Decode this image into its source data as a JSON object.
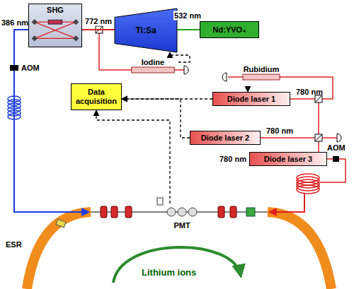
{
  "diagram": {
    "nodes": [
      {
        "text": [
          "SHG"
        ]
      },
      {
        "text": [
          "Ti:Sa"
        ]
      },
      {
        "text": [
          "Nd:YVO₄"
        ]
      },
      {
        "text": [
          "Iodine"
        ]
      },
      {
        "text": [
          "Rubidium"
        ]
      },
      {
        "text": [
          "Diode laser 1"
        ]
      },
      {
        "text": [
          "Diode laser 2"
        ]
      },
      {
        "text": [
          "Diode laser 3"
        ]
      },
      {
        "text": [
          "Data acquisition"
        ]
      },
      {
        "text": [
          "PMT"
        ]
      }
    ],
    "edges": [
      {
        "from": 2,
        "to": 1,
        "arrow": "none",
        "label": "532 nm"
      },
      {
        "from": 1,
        "to": 0,
        "arrow": "none",
        "label": "772 nm"
      },
      {
        "from": 3,
        "to": 1,
        "arrow": "to"
      },
      {
        "from": 4,
        "to": 5,
        "arrow": "to"
      },
      {
        "from": 5,
        "to": 8,
        "arrow": "to"
      },
      {
        "from": 6,
        "to": 8,
        "arrow": "to"
      },
      {
        "from": 9,
        "to": 8,
        "arrow": "to"
      }
    ],
    "labels": [
      "386 nm",
      "AOM",
      "AOM",
      "780 nm",
      "780 nm",
      "780 nm",
      "ESR",
      "Lithium ions"
    ]
  }
}
